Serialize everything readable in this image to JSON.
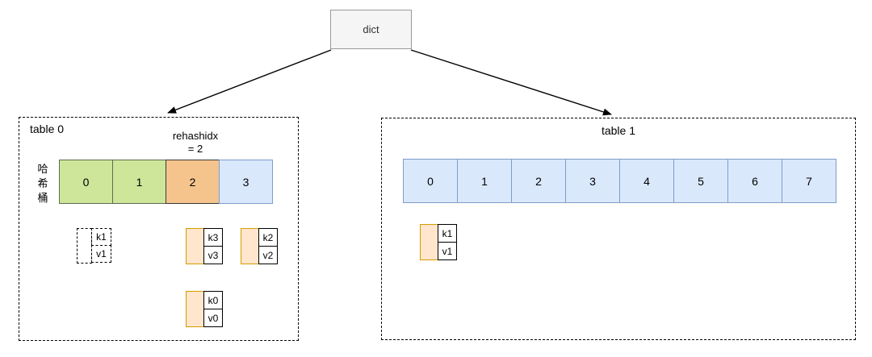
{
  "root": {
    "label": "dict"
  },
  "table0": {
    "label": "table 0",
    "rehash": {
      "line1": "rehashidx",
      "line2": "= 2"
    },
    "side_label_chars": [
      "哈",
      "希",
      "桶"
    ],
    "buckets": [
      {
        "label": "0"
      },
      {
        "label": "1"
      },
      {
        "label": "2"
      },
      {
        "label": "3"
      }
    ],
    "nodes": {
      "dashed": {
        "key": "k1",
        "value": "v1"
      },
      "bucket2_first": {
        "key": "k3",
        "value": "v3"
      },
      "bucket2_second": {
        "key": "k0",
        "value": "v0"
      },
      "bucket3_first": {
        "key": "k2",
        "value": "v2"
      }
    }
  },
  "table1": {
    "label": "table 1",
    "buckets": [
      {
        "label": "0"
      },
      {
        "label": "1"
      },
      {
        "label": "2"
      },
      {
        "label": "3"
      },
      {
        "label": "4"
      },
      {
        "label": "5"
      },
      {
        "label": "6"
      },
      {
        "label": "7"
      }
    ],
    "nodes": {
      "bucket0_first": {
        "key": "k1",
        "value": "v1"
      }
    }
  },
  "colors": {
    "bucket_green_fill": "#cde69a",
    "bucket_green_border": "#5e6e50",
    "bucket_orange_fill": "#f5c48c",
    "bucket_orange_border": "#3b3b3b",
    "bucket_blue_fill": "#dae8fc",
    "bucket_blue_border": "#7e9cc9",
    "node_fill": "#ffe6cc",
    "node_border": "#d79b00",
    "dict_fill": "#f5f5f5",
    "dict_border": "#999999",
    "connector": "#000000"
  }
}
